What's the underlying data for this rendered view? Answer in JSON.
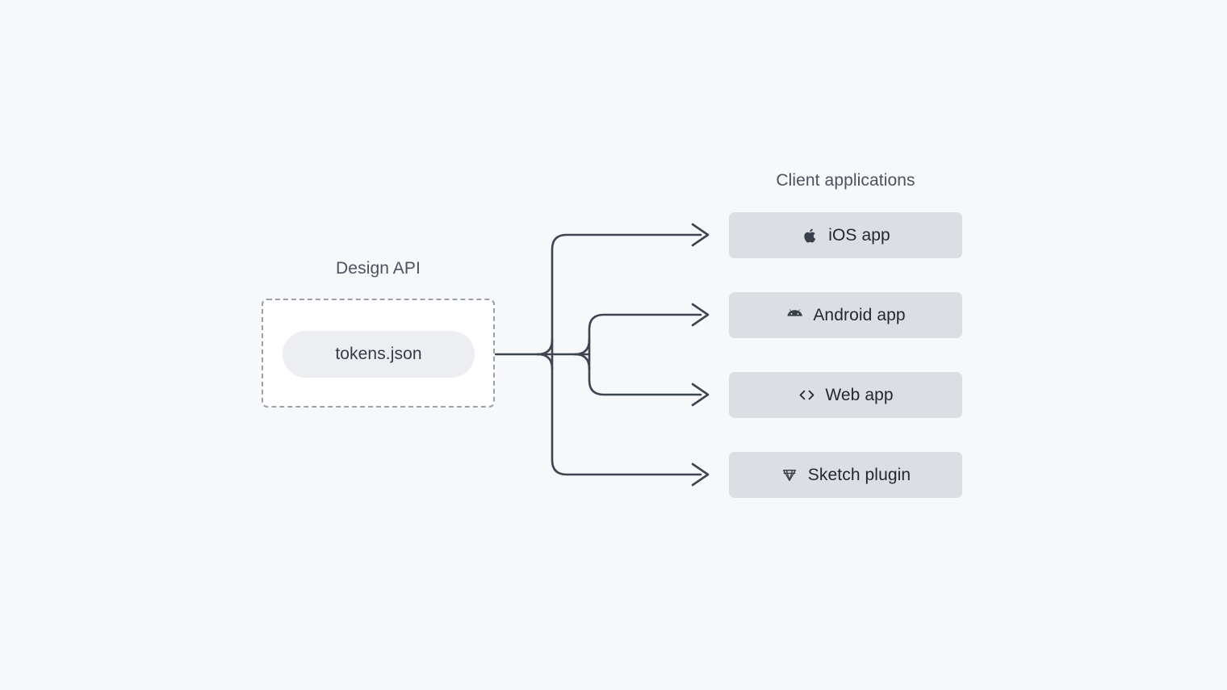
{
  "background_color": "#f7f8fa",
  "diagram": {
    "type": "flow-diagram",
    "source_group": {
      "label": "Design API",
      "container_style": "dashed",
      "node": {
        "label": "tokens.json",
        "shape": "pill",
        "fill_color": "#eceef1",
        "text_color": "#353b47"
      }
    },
    "target_group": {
      "label": "Client applications",
      "cards": [
        {
          "id": "ios",
          "label": "iOS app",
          "icon": "apple-icon",
          "fill_color": "#dcdee3"
        },
        {
          "id": "android",
          "label": "Android app",
          "icon": "android-icon",
          "fill_color": "#dcdee3"
        },
        {
          "id": "web",
          "label": "Web app",
          "icon": "code-icon",
          "fill_color": "#dcdee3"
        },
        {
          "id": "sketch",
          "label": "Sketch plugin",
          "icon": "diamond-icon",
          "fill_color": "#dcdee3"
        }
      ]
    },
    "connectors": {
      "style": "orthogonal-rounded",
      "arrowhead": "open-chevron",
      "stroke_color": "#3d4450",
      "stroke_width": 2.6,
      "count": 4,
      "from": "tokens.json",
      "to": [
        "iOS app",
        "Android app",
        "Web app",
        "Sketch plugin"
      ]
    }
  }
}
